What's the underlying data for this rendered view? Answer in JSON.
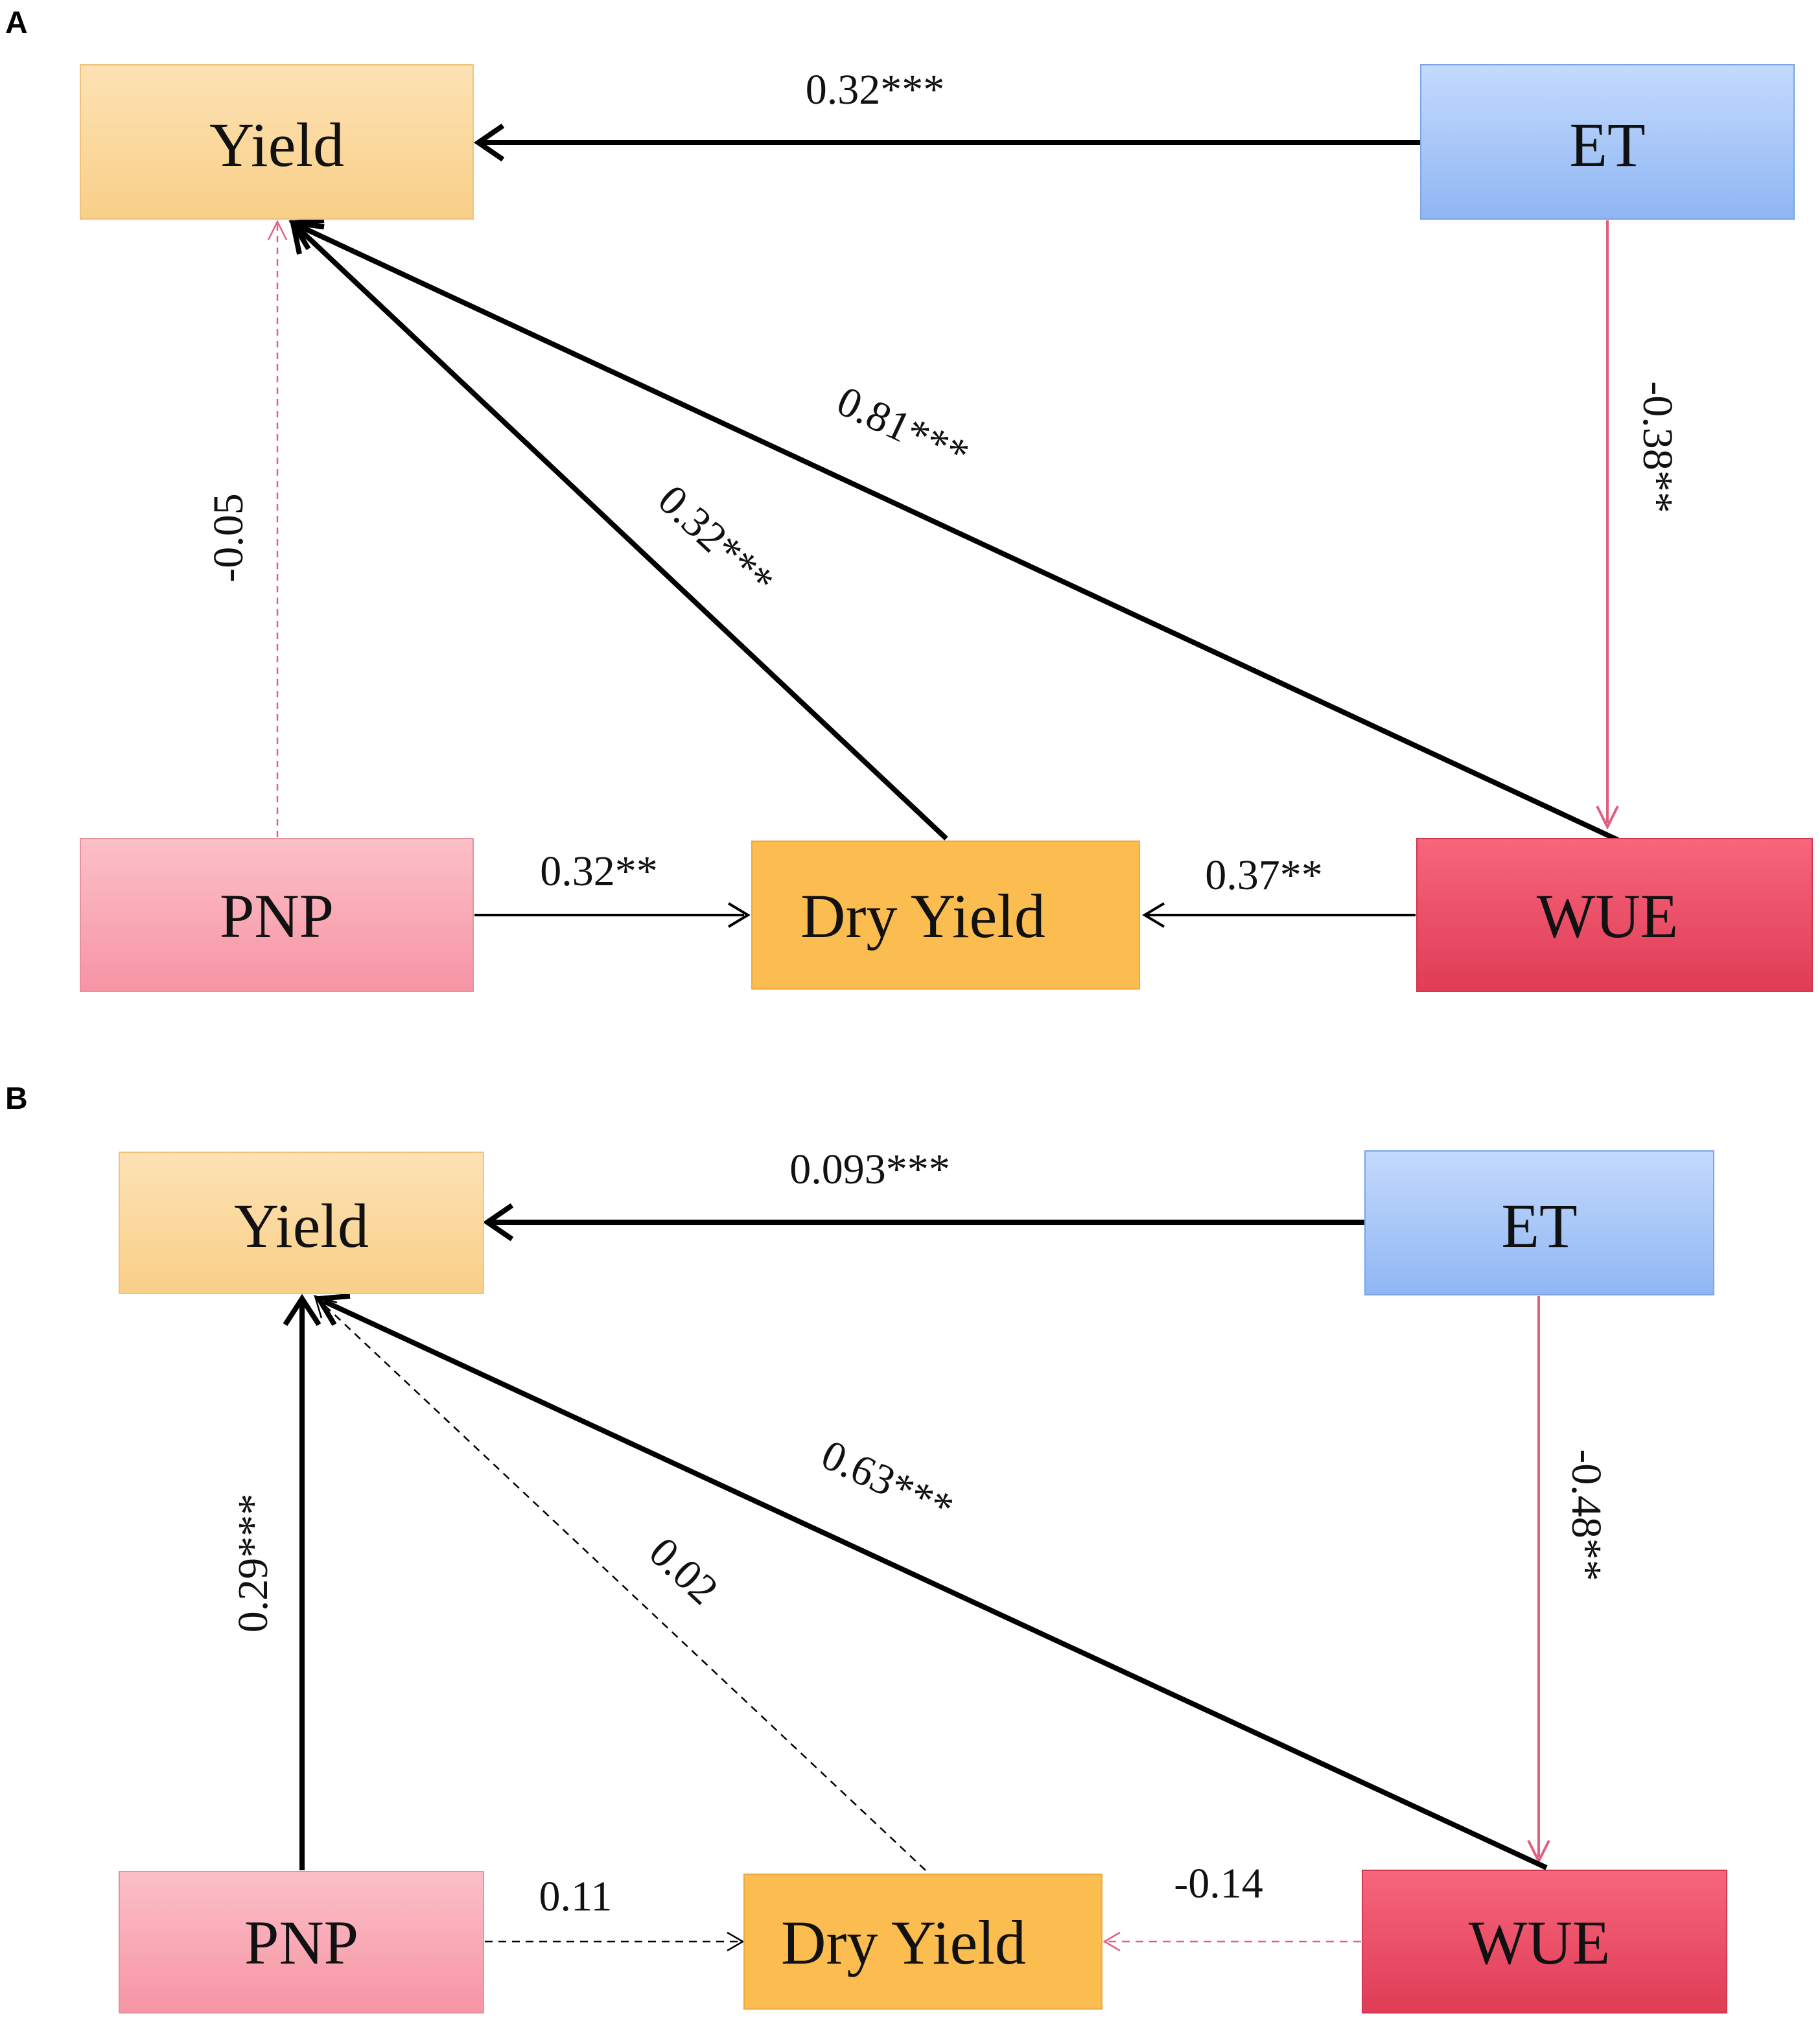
{
  "panels": [
    {
      "letter": "A",
      "nodes": {
        "yield": "Yield",
        "et": "ET",
        "pnp": "PNP",
        "dry_yield": "Dry Yield",
        "wue": "WUE"
      },
      "edges": [
        {
          "from": "ET",
          "to": "Yield",
          "coefficient": "0.32***",
          "style": "solid",
          "color": "#000000"
        },
        {
          "from": "ET",
          "to": "WUE",
          "coefficient": "-0.38**",
          "style": "solid",
          "color": "#e06080"
        },
        {
          "from": "PNP",
          "to": "Yield",
          "coefficient": "-0.05",
          "style": "dashed",
          "color": "#e06080"
        },
        {
          "from": "Dry Yield",
          "to": "Yield",
          "coefficient": "0.32***",
          "style": "solid",
          "color": "#000000"
        },
        {
          "from": "WUE",
          "to": "Yield",
          "coefficient": "0.81***",
          "style": "solid",
          "color": "#000000"
        },
        {
          "from": "PNP",
          "to": "Dry Yield",
          "coefficient": "0.32**",
          "style": "solid",
          "color": "#000000"
        },
        {
          "from": "WUE",
          "to": "Dry Yield",
          "coefficient": "0.37**",
          "style": "solid",
          "color": "#000000"
        }
      ]
    },
    {
      "letter": "B",
      "nodes": {
        "yield": "Yield",
        "et": "ET",
        "pnp": "PNP",
        "dry_yield": "Dry Yield",
        "wue": "WUE"
      },
      "edges": [
        {
          "from": "ET",
          "to": "Yield",
          "coefficient": "0.093***",
          "style": "solid",
          "color": "#000000"
        },
        {
          "from": "ET",
          "to": "WUE",
          "coefficient": "-0.48**",
          "style": "solid",
          "color": "#e06080"
        },
        {
          "from": "PNP",
          "to": "Yield",
          "coefficient": "0.29***",
          "style": "solid",
          "color": "#000000"
        },
        {
          "from": "Dry Yield",
          "to": "Yield",
          "coefficient": "0.02",
          "style": "dashed",
          "color": "#000000"
        },
        {
          "from": "WUE",
          "to": "Yield",
          "coefficient": "0.63***",
          "style": "solid",
          "color": "#000000"
        },
        {
          "from": "PNP",
          "to": "Dry Yield",
          "coefficient": "0.11",
          "style": "dashed",
          "color": "#000000"
        },
        {
          "from": "WUE",
          "to": "Dry Yield",
          "coefficient": "-0.14",
          "style": "dashed",
          "color": "#e06080"
        }
      ]
    }
  ],
  "colors": {
    "yield_box": "#fcd79a",
    "et_box": "#a8c8f8",
    "pnp_box": "#f8a8b4",
    "dry_yield_box": "#fbbc50",
    "wue_box": "#ea4c64",
    "positive_path": "#000000",
    "negative_path": "#e06080"
  }
}
